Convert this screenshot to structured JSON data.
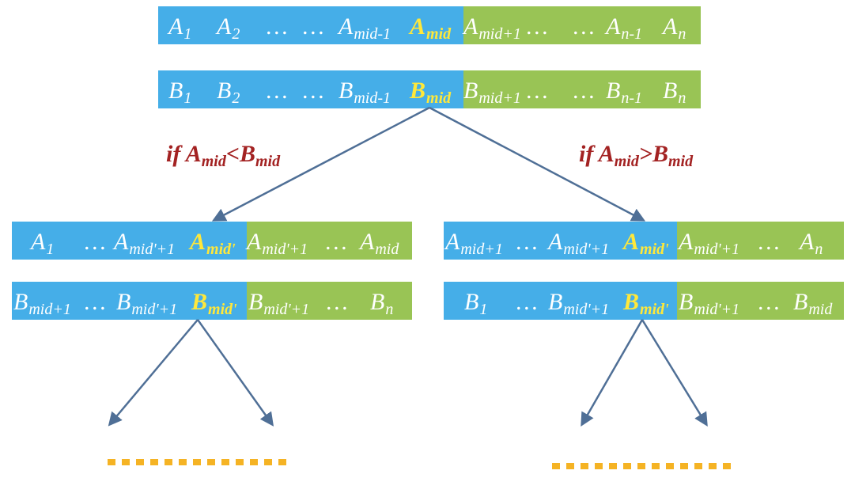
{
  "rows": [
    {
      "id": "a-top",
      "cells": [
        {
          "b": "A",
          "s": "1"
        },
        {
          "b": "A",
          "s": "2"
        },
        {
          "b": "…",
          "s": ""
        },
        {
          "b": "…",
          "s": ""
        },
        {
          "b": "A",
          "s": "mid-1"
        },
        {
          "b": "A",
          "s": "mid",
          "hl": true
        },
        {
          "b": "A",
          "s": "mid+1"
        },
        {
          "b": "…",
          "s": ""
        },
        {
          "b": "…",
          "s": ""
        },
        {
          "b": "A",
          "s": "n-1"
        },
        {
          "b": "A",
          "s": "n"
        }
      ]
    },
    {
      "id": "b-top",
      "cells": [
        {
          "b": "B",
          "s": "1"
        },
        {
          "b": "B",
          "s": "2"
        },
        {
          "b": "…",
          "s": ""
        },
        {
          "b": "…",
          "s": ""
        },
        {
          "b": "B",
          "s": "mid-1"
        },
        {
          "b": "B",
          "s": "mid",
          "hl": true
        },
        {
          "b": "B",
          "s": "mid+1"
        },
        {
          "b": "…",
          "s": ""
        },
        {
          "b": "…",
          "s": ""
        },
        {
          "b": "B",
          "s": "n-1"
        },
        {
          "b": "B",
          "s": "n"
        }
      ]
    },
    {
      "id": "a-left",
      "cells": [
        {
          "b": "A",
          "s": "1"
        },
        {
          "b": "…",
          "s": ""
        },
        {
          "b": "A",
          "s": "mid'+1"
        },
        {
          "b": "A",
          "s": "mid'",
          "hl": true
        },
        {
          "b": "A",
          "s": "mid'+1"
        },
        {
          "b": "…",
          "s": ""
        },
        {
          "b": "A",
          "s": "mid"
        }
      ]
    },
    {
      "id": "b-left",
      "cells": [
        {
          "b": "B",
          "s": "mid+1"
        },
        {
          "b": "…",
          "s": ""
        },
        {
          "b": "B",
          "s": "mid'+1"
        },
        {
          "b": "B",
          "s": "mid'",
          "hl": true
        },
        {
          "b": "B",
          "s": "mid'+1"
        },
        {
          "b": "…",
          "s": ""
        },
        {
          "b": "B",
          "s": "n"
        }
      ]
    },
    {
      "id": "a-right",
      "cells": [
        {
          "b": "A",
          "s": "mid+1"
        },
        {
          "b": "…",
          "s": ""
        },
        {
          "b": "A",
          "s": "mid'+1"
        },
        {
          "b": "A",
          "s": "mid'",
          "hl": true
        },
        {
          "b": "A",
          "s": "mid'+1"
        },
        {
          "b": "…",
          "s": ""
        },
        {
          "b": "A",
          "s": "n"
        }
      ]
    },
    {
      "id": "b-right",
      "cells": [
        {
          "b": "B",
          "s": "1"
        },
        {
          "b": "…",
          "s": ""
        },
        {
          "b": "B",
          "s": "mid'+1"
        },
        {
          "b": "B",
          "s": "mid'",
          "hl": true
        },
        {
          "b": "B",
          "s": "mid'+1"
        },
        {
          "b": "…",
          "s": ""
        },
        {
          "b": "B",
          "s": "mid"
        }
      ]
    }
  ],
  "conditions": {
    "left": {
      "prefix": "if ",
      "a": "A",
      "a_sub": "mid",
      "op": "<",
      "b": "B",
      "b_sub": "mid"
    },
    "right": {
      "prefix": "if ",
      "a": "A",
      "a_sub": "mid",
      "op": ">",
      "b": "B",
      "b_sub": "mid"
    }
  },
  "colors": {
    "left_segment": "#45aee8",
    "right_segment": "#99c455",
    "cell_text": "#ffffff",
    "highlight_text": "#ffe83a",
    "condition_text": "#a32222",
    "arrow": "#4f6f96",
    "dots": "#f5b324"
  },
  "icons": {
    "continuation": "dotted-line"
  }
}
